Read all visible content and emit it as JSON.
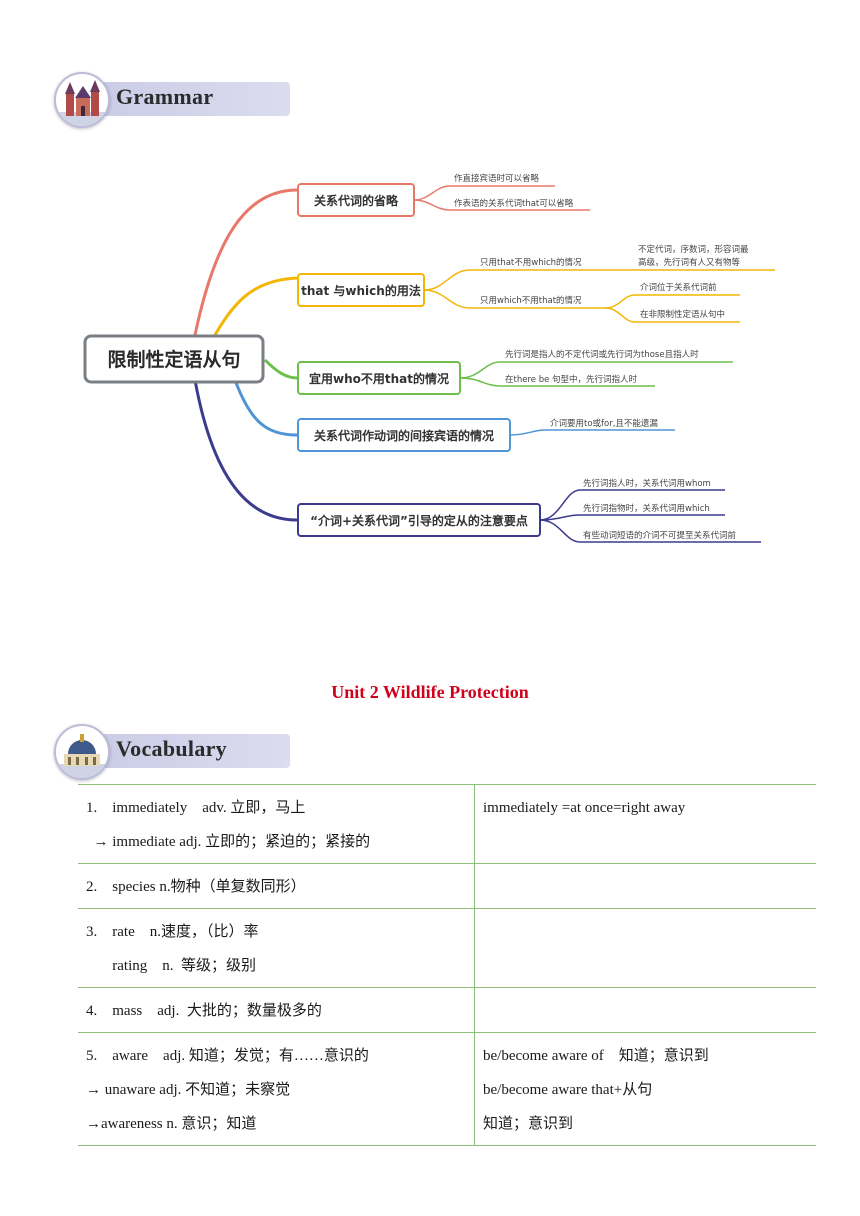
{
  "grammar_header": {
    "label": "Grammar",
    "icon": "castle-icon"
  },
  "mindmap": {
    "root": "限制性定语从句",
    "branches": [
      {
        "label": "关系代词的省略",
        "color": "#e8786a",
        "leaves": [
          "作直接宾语时可以省略",
          "作表语的关系代词that可以省略"
        ]
      },
      {
        "label": "that 与which的用法",
        "color": "#f2b705",
        "leaves": [
          "只用that不用which的情况",
          "只用which不用that的情况"
        ],
        "subleaves_a": [
          "不定代词，序数词，形容词最",
          "高级，先行词有人又有物等"
        ],
        "subleaves_b": [
          "介词位于关系代词前",
          "在非限制性定语从句中"
        ]
      },
      {
        "label": "宜用who不用that的情况",
        "color": "#6cbf4a",
        "leaves": [
          "先行词是指人的不定代词或先行词为those且指人时",
          "在there be 句型中，先行词指人时"
        ]
      },
      {
        "label": "关系代词作动词的间接宾语的情况",
        "color": "#4f95d6",
        "leaves": [
          "介词要用to或for,且不能遗漏"
        ]
      },
      {
        "label": "“介词+关系代词”引导的定从的注意要点",
        "color": "#3d3b8e",
        "leaves": [
          "先行词指人时，关系代词用whom",
          "先行词指物时，关系代词用which",
          "有些动词短语的介词不可提至关系代词前"
        ]
      }
    ]
  },
  "unit_title": "Unit 2 Wildlife Protection",
  "vocab_header": {
    "label": "Vocabulary",
    "icon": "dome-building-icon"
  },
  "vocab_rows": [
    {
      "left": [
        "1.    immediately    adv. 立即，马上",
        "  → immediate adj. 立即的；紧迫的；紧接的"
      ],
      "right": [
        "immediately =at once=right away"
      ]
    },
    {
      "left": [
        "2.    species n.物种（单复数同形）"
      ],
      "right": []
    },
    {
      "left": [
        "3.    rate    n.速度，（比）率",
        "       rating    n.  等级；级别"
      ],
      "right": []
    },
    {
      "left": [
        "4.    mass    adj.  大批的；数量极多的"
      ],
      "right": []
    },
    {
      "left": [
        "5.    aware    adj. 知道；发觉；有……意识的",
        "→ unaware adj. 不知道；未察觉",
        "→awareness n. 意识；知道"
      ],
      "right": [
        "be/become aware of    知道；意识到",
        "be/become aware that+从句",
        "知道；意识到"
      ]
    }
  ]
}
